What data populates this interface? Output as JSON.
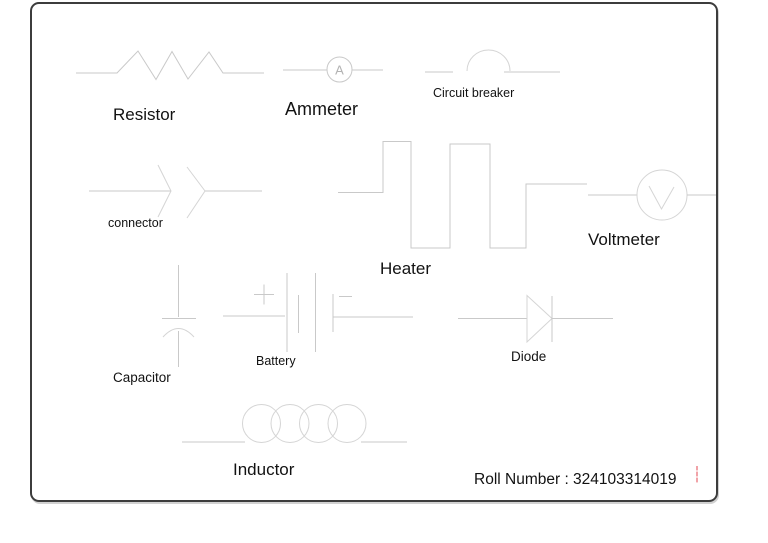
{
  "canvas": {
    "background": "#ffffff",
    "border_color": "#3c3c3c",
    "stroke_color": "#c9c9c9",
    "text_color": "#121212",
    "cursor_color": "#f1a3a8"
  },
  "symbols": {
    "resistor": {
      "label": "Resistor"
    },
    "ammeter": {
      "label": "Ammeter",
      "meter_letter": "A"
    },
    "circuit_breaker": {
      "label": "Circuit breaker"
    },
    "connector": {
      "label": "connector"
    },
    "heater": {
      "label": "Heater"
    },
    "voltmeter": {
      "label": "Voltmeter",
      "meter_letter": "V"
    },
    "capacitor": {
      "label": "Capacitor"
    },
    "battery": {
      "label": "Battery",
      "plus_sign": "+",
      "minus_sign": "−"
    },
    "diode": {
      "label": "Diode"
    },
    "inductor": {
      "label": "Inductor"
    }
  },
  "footer": {
    "roll_number_text": "Roll Number : 324103314019"
  }
}
